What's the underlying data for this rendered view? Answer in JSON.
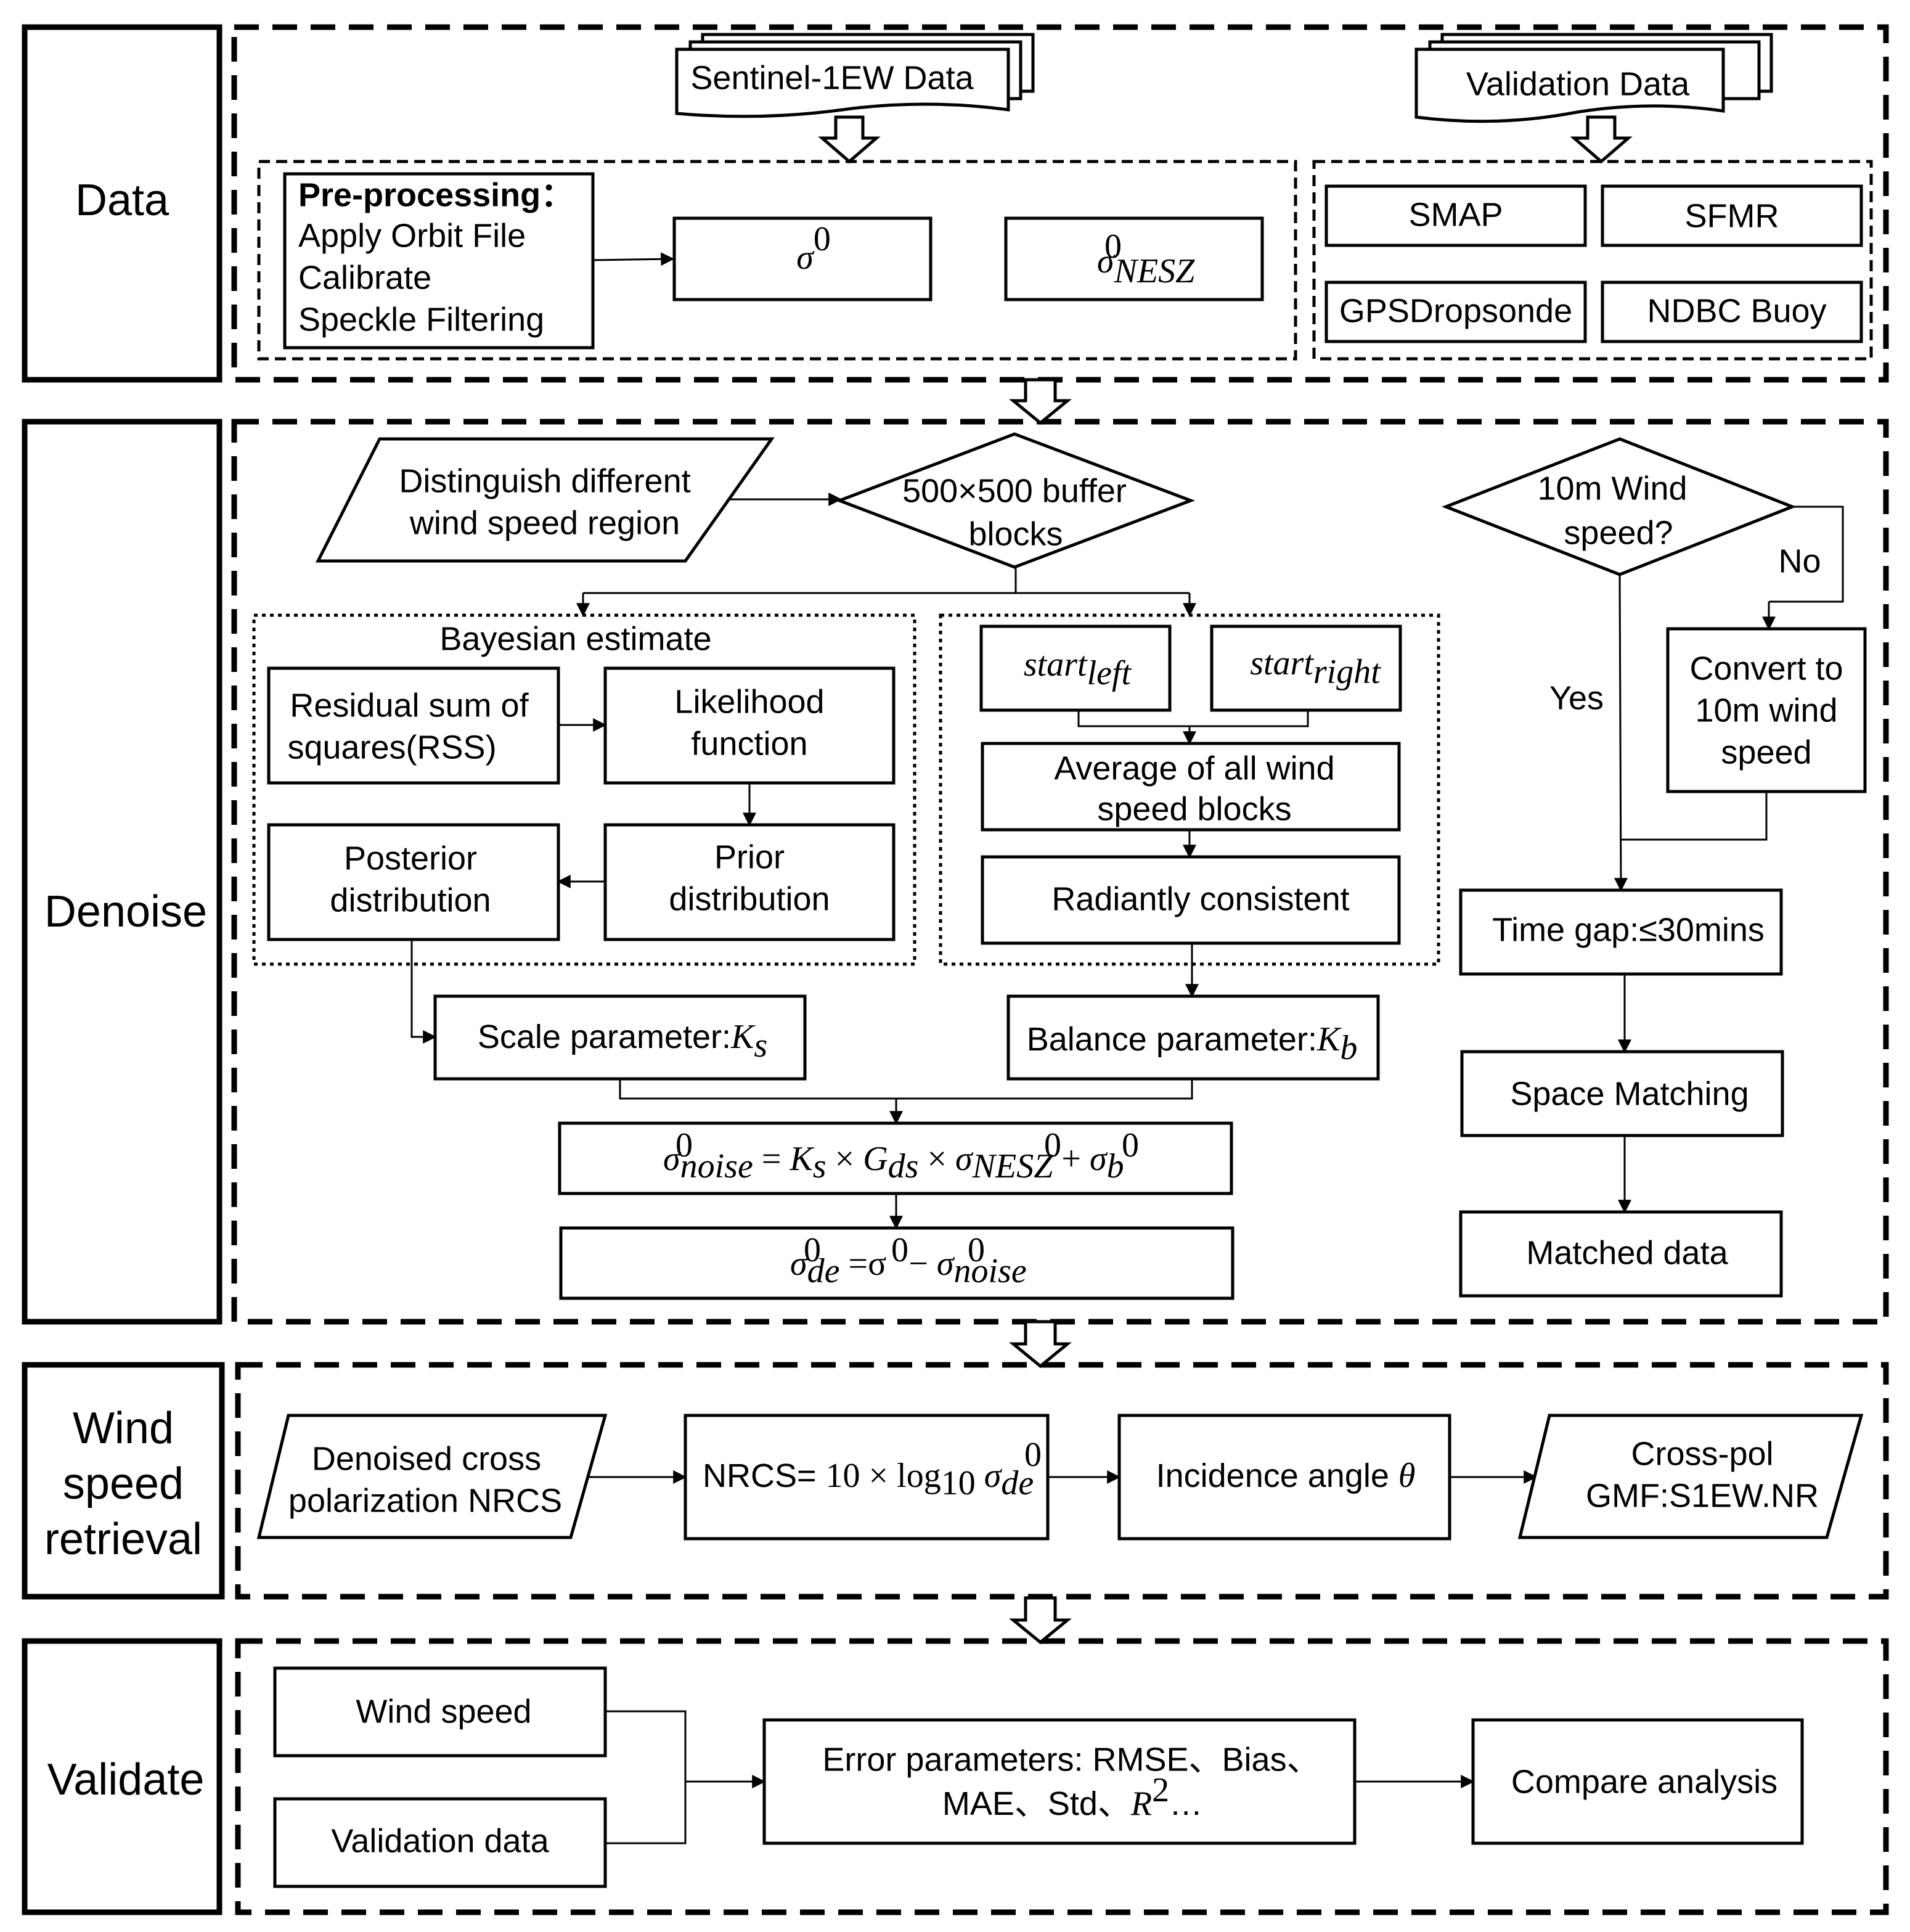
{
  "sections": {
    "data": "Data",
    "denoise": "Denoise",
    "retrieval": [
      "Wind",
      "speed",
      "retrieval"
    ],
    "validate": "Validate"
  },
  "data_sources": {
    "sentinel": "Sentinel-1EW Data",
    "validation": "Validation  Data"
  },
  "preprocessing": {
    "title": "Pre-processing：",
    "steps": [
      "Apply Orbit File",
      "Calibrate",
      "Speckle Filtering"
    ]
  },
  "sigma": {
    "sigma0": "σ",
    "sigma0_sup": "0",
    "nesz": "σ",
    "nesz_sup": "0",
    "nesz_sub": "NESZ"
  },
  "validation_sources": [
    "SMAP",
    "SFMR",
    "GPSDropsonde",
    "NDBC Buoy"
  ],
  "denoise": {
    "distinguish": [
      "Distinguish different",
      "wind speed region"
    ],
    "buffer": [
      "500×500 buffer",
      "blocks"
    ],
    "bayesian_title": "Bayesian estimate",
    "rss": [
      "Residual sum of",
      "squares(RSS)"
    ],
    "likelihood": [
      "Likelihood",
      "function"
    ],
    "posterior": [
      "Posterior",
      "distribution"
    ],
    "prior": [
      "Prior",
      "distribution"
    ],
    "start_left": {
      "main": "start",
      "sub": "left"
    },
    "start_right": {
      "main": "start",
      "sub": "right"
    },
    "average": [
      "Average of all wind",
      "speed blocks"
    ],
    "radiant": "Radiantly consistent",
    "scale": {
      "text": "Scale parameter:",
      "sym": "K",
      "sub": "s"
    },
    "balance": {
      "text": "Balance parameter:",
      "sym": "K",
      "sub": "b"
    }
  },
  "matching": {
    "question": [
      "10m Wind",
      "speed?"
    ],
    "no": "No",
    "yes": "Yes",
    "convert": [
      "Convert to",
      "10m wind",
      "speed"
    ],
    "time_gap": "Time gap:≤30mins",
    "space": "Space Matching",
    "matched": "Matched data"
  },
  "retrieval": {
    "input": [
      "Denoised cross",
      "polarization  NRCS"
    ],
    "nrcs_prefix": "NRCS= ",
    "incidence": "Incidence angle ",
    "theta": "θ",
    "gmf": [
      "Cross-pol",
      "GMF:S1EW.NR"
    ]
  },
  "validate": {
    "wind_speed": "Wind speed",
    "validation_data": "Validation data",
    "error_line1": "Error parameters: RMSE、Bias、",
    "error_line2_pre": "MAE、Std、",
    "error_r": "R",
    "error_sup": "2",
    "error_post": "…",
    "compare": "Compare analysis"
  }
}
